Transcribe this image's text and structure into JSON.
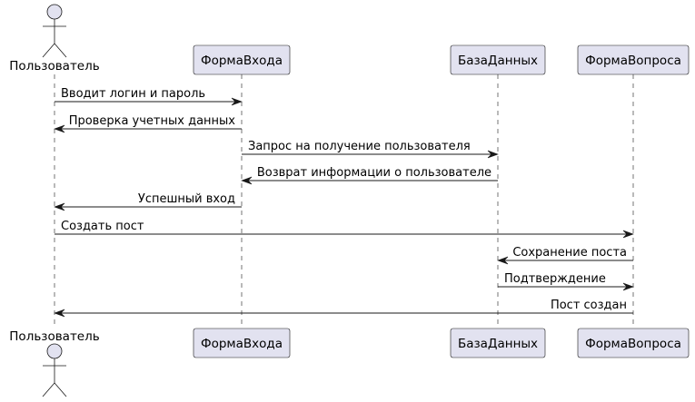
{
  "participants": [
    {
      "id": "user",
      "label": "Пользователь",
      "kind": "actor"
    },
    {
      "id": "login",
      "label": "ФормаВхода",
      "kind": "participant"
    },
    {
      "id": "db",
      "label": "БазаДанных",
      "kind": "participant"
    },
    {
      "id": "question",
      "label": "ФормаВопроса",
      "kind": "participant"
    }
  ],
  "messages": [
    {
      "from": "user",
      "to": "login",
      "text": "Вводит логин и пароль"
    },
    {
      "from": "login",
      "to": "user",
      "text": "Проверка учетных данных"
    },
    {
      "from": "login",
      "to": "db",
      "text": "Запрос на получение пользователя"
    },
    {
      "from": "db",
      "to": "login",
      "text": "Возврат информации о пользователе"
    },
    {
      "from": "login",
      "to": "user",
      "text": "Успешный вход"
    },
    {
      "from": "user",
      "to": "question",
      "text": "Создать пост"
    },
    {
      "from": "question",
      "to": "db",
      "text": "Сохранение поста"
    },
    {
      "from": "db",
      "to": "question",
      "text": "Подтверждение"
    },
    {
      "from": "question",
      "to": "user",
      "text": "Пост создан"
    }
  ],
  "colors": {
    "participant_fill": "#e2e2f0",
    "participant_stroke": "#181818",
    "lifeline": "#181818",
    "arrow": "#181818"
  }
}
